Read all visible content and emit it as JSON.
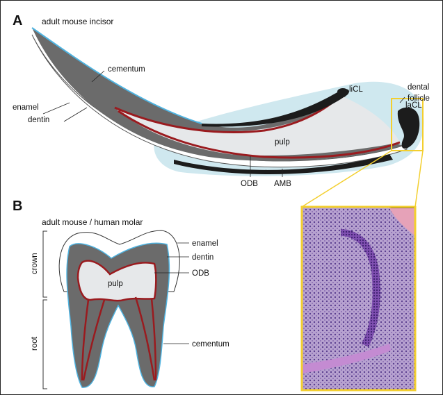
{
  "panel_a": {
    "letter": "A",
    "title": "adult mouse incisor",
    "labels": {
      "cementum": "cementum",
      "enamel": "enamel",
      "dentin": "dentin",
      "dental": "dental",
      "follicle": "follicle",
      "licl": "liCL",
      "lacl": "laCL",
      "pulp": "pulp",
      "odb": "ODB",
      "amb": "AMB"
    }
  },
  "panel_b": {
    "letter": "B",
    "title": "adult mouse / human molar",
    "labels": {
      "enamel": "enamel",
      "dentin": "dentin",
      "odb": "ODB",
      "pulp": "pulp",
      "cementum": "cementum",
      "crown": "crown",
      "root": "root"
    }
  },
  "colors": {
    "dentin": "#6b6b6b",
    "pulp": "#e6e8ea",
    "follicle": "#cfe8ef",
    "odb": "#9a1b1f",
    "amb": "#1c1c1c",
    "cementum": "#4fb3e0",
    "highlight": "#f3cf2f"
  }
}
